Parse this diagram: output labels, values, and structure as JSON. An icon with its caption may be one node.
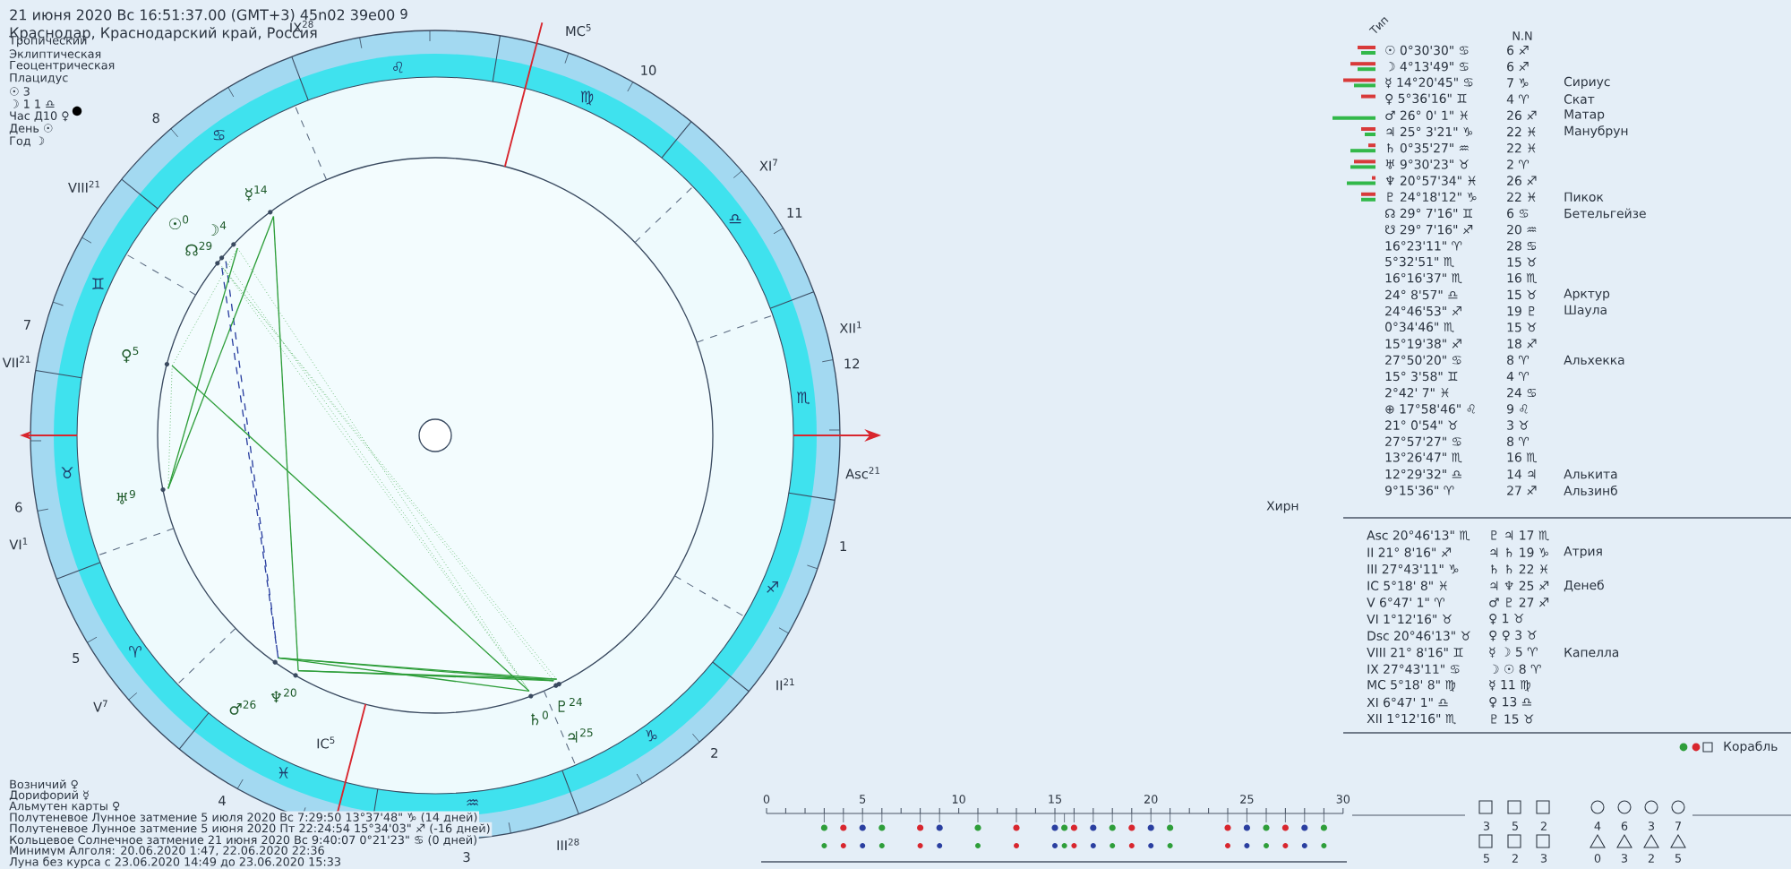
{
  "diagram": {
    "labels": [
      "21 июня 2020  Вс  16:51:37.00 (GMT+3) 45n02  39e00",
      "Краснодар, Краснодарский край, Россия",
      "Тропический",
      "Эклиптическая",
      "Геоцентрическая",
      "Плацидус",
      "☉ 3",
      "☽ 1 1 ♎",
      "Час Д10 ♀",
      "День ☉",
      "Год ☽",
      "1",
      "2",
      "3",
      "4",
      "5",
      "6",
      "7",
      "8",
      "9",
      "10",
      "11",
      "12",
      "Asc$^{21}$",
      "II$^{21}$",
      "III$^{28}$",
      "IC$^{5}$",
      "V$^{7}$",
      "VI$^{1}$",
      "VII$^{21}$",
      "VIII$^{21}$",
      "IX$^{28}$",
      "MC$^{5}$",
      "XI$^{7}$",
      "XII$^{1}$",
      "♈",
      "♉",
      "♊",
      "♋",
      "♌",
      "♍",
      "♎",
      "♏",
      "♐",
      "♑",
      "♒",
      "♓",
      "☉$^{0}$",
      "☽$^{4}$",
      "☿$^{14}$",
      "♀$^{5}$",
      "♂$^{26}$",
      "♃$^{25}$",
      "♄$^{0}$",
      "♅$^{9}$",
      "♆$^{20}$",
      "♇$^{24}$",
      "☊$^{29}$",
      "Тип",
      "N.N",
      "☉ 0°30'30\" ♋",
      "6 ♐",
      "☽ 4°13'49\" ♋",
      "6 ♐",
      "☿ 14°20'45\" ♋",
      "7 ♑",
      "Сириус",
      "♀ 5°36'16\" ♊",
      "4 ♈",
      "Скат",
      "♂ 26° 0' 1\" ♓",
      "26 ♐",
      "Матар",
      "♃ 25° 3'21\" ♑",
      "22 ♓",
      "Манубрун",
      "♄ 0°35'27\" ♒",
      "22 ♓",
      "♅ 9°30'23\" ♉",
      "2 ♈",
      "♆ 20°57'34\" ♓",
      "26 ♐",
      "♇ 24°18'12\" ♑",
      "22 ♓",
      "Пикок",
      "☊ 29° 7'16\" ♊",
      "6 ♋",
      "Бетельгейзе",
      "☋ 29° 7'16\" ♐",
      "20 ♒",
      "16°23'11\" ♈",
      "28 ♋",
      "5°32'51\" ♏",
      "15 ♉",
      "16°16'37\" ♏",
      "16 ♏",
      "24° 8'57\" ♎",
      "15 ♉",
      "Арктур",
      "24°46'53\" ♐",
      "19 ♇",
      "Шаула",
      "0°34'46\" ♏",
      "15 ♉",
      "15°19'38\" ♐",
      "18 ♐",
      "27°50'20\" ♋",
      "8 ♈",
      "Альхекка",
      "15° 3'58\" ♊",
      "4 ♈",
      "2°42' 7\" ♓",
      "24 ♋",
      "⊕ 17°58'46\" ♌",
      "9 ♌",
      "21° 0'54\" ♉",
      "3 ♉",
      "27°57'27\" ♋",
      "8 ♈",
      "13°26'47\" ♏",
      "16 ♏",
      "12°29'32\" ♎",
      "14 ♃",
      "Алькита",
      "9°15'36\" ♈",
      "27 ♐",
      "Альзинб",
      "Asc 20°46'13\" ♏",
      "♇ ♃ 17 ♏",
      "II 21° 8'16\" ♐",
      "♃ ♄ 19 ♑",
      "Атрия",
      "III 27°43'11\" ♑",
      "♄ ♄ 22 ♓",
      "IC 5°18' 8\" ♓",
      "♃ ♆ 25 ♐",
      "Денеб",
      "V 6°47' 1\" ♈",
      "♂ ♇ 27 ♐",
      "VI 1°12'16\" ♉",
      "♀ 1 ♉",
      "Dsc 20°46'13\" ♉",
      "♀ ♀ 3 ♉",
      "VIII 21° 8'16\" ♊",
      "☿ ☽ 5 ♈",
      "Капелла",
      "IX 27°43'11\" ♋",
      "☽ ☉ 8 ♈",
      "MC 5°18' 8\" ♍",
      "☿ 11 ♍",
      "XI 6°47' 1\" ♎",
      "♀ 13 ♎",
      "XII 1°12'16\" ♏",
      "♇ 15 ♉",
      "Хирн",
      "Корабль",
      "Возничий ♀",
      "Дорифорий ☿",
      "Альмутен карты ♀",
      "Полутеневое Лунное затмение 5 июля 2020 Вс 7:29:50 13°37'48\" ♑ (14 дней)",
      "Полутеневое Лунное затмение 5 июня 2020 Пт 22:24:54 15°34'03\" ♐ (-16 дней)",
      "Кольцевое Солнечное затмение 21 июня 2020 Вс 9:40:07 0°21'23\" ♋ (0 дней)",
      "Минимум Алголя: 20.06.2020 1:47, 22.06.2020 22:36",
      "Луна без курса с 23.06.2020 14:49 до 23.06.2020 15:33",
      "0",
      "5",
      "10",
      "15",
      "20",
      "25",
      "30",
      "3",
      "5",
      "2",
      "4",
      "6",
      "3",
      "7",
      "5",
      "2",
      "3",
      "0",
      "3",
      "2",
      "5"
    ]
  }
}
